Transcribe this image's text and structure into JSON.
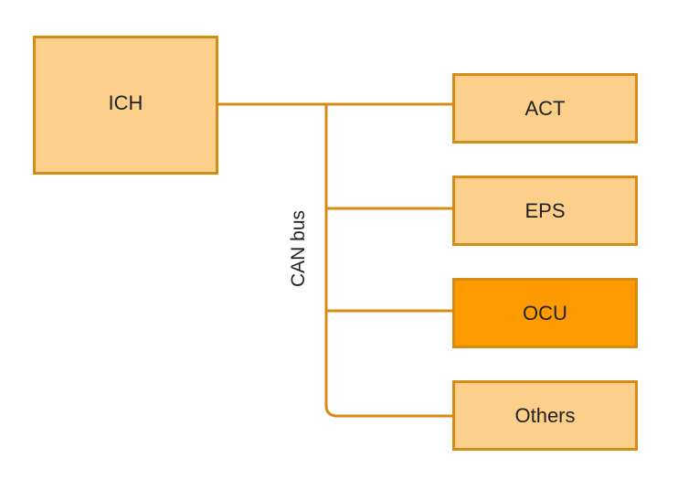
{
  "diagram": {
    "colors": {
      "stroke": "#d68c14",
      "fill": "#fcd08a",
      "highlight_fill": "#fc9a00",
      "text": "#222222"
    },
    "hub": {
      "label": "ICH"
    },
    "bus": {
      "label": "CAN bus"
    },
    "nodes": [
      {
        "label": "ACT",
        "highlighted": false
      },
      {
        "label": "EPS",
        "highlighted": false
      },
      {
        "label": "OCU",
        "highlighted": true
      },
      {
        "label": "Others",
        "highlighted": false
      }
    ]
  }
}
